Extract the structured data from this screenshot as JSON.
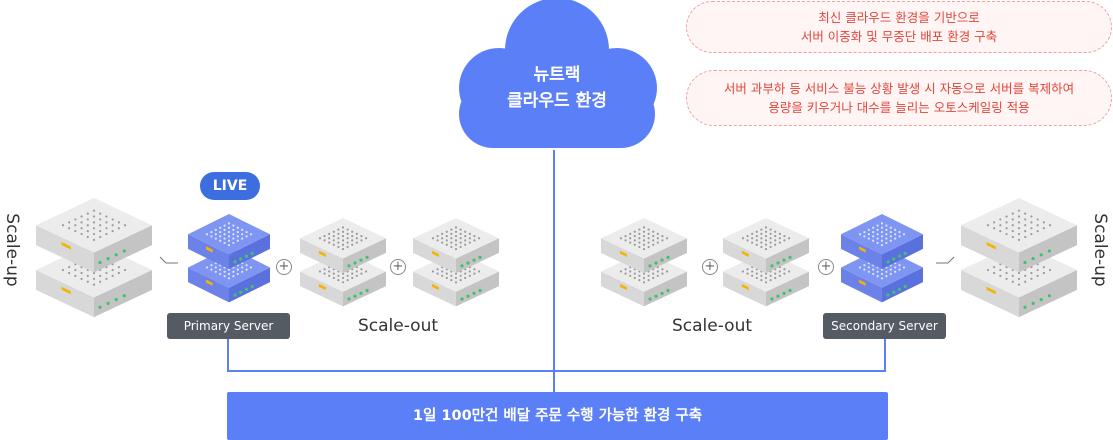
{
  "cloud": {
    "line1": "뉴트랙",
    "line2": "클라우드 환경"
  },
  "callouts": [
    {
      "line1": "최신 클라우드 환경을 기반으로",
      "line2": "서버 이중화 및 무중단 배포 환경 구축"
    },
    {
      "line1": "서버 과부하 등 서비스 불능 상황 발생 시 자동으로 서버를 복제하여",
      "line2": "용량을 키우거나 대수를 늘리는 오토스케일링 적용"
    }
  ],
  "live_badge": "LIVE",
  "primary_label": "Primary Server",
  "secondary_label": "Secondary Server",
  "scale_out_left": "Scale-out",
  "scale_out_right": "Scale-out",
  "scale_up_left": "Scale-up",
  "scale_up_right": "Scale-up",
  "plus_symbol": "+",
  "bottom_bar": "1일 100만건 배달 주문 수행 가능한 환경 구축",
  "colors": {
    "accent": "#5b7ff7",
    "badge": "#3c6ee0",
    "callout_text": "#e2463b",
    "label_bg": "#555b63"
  }
}
